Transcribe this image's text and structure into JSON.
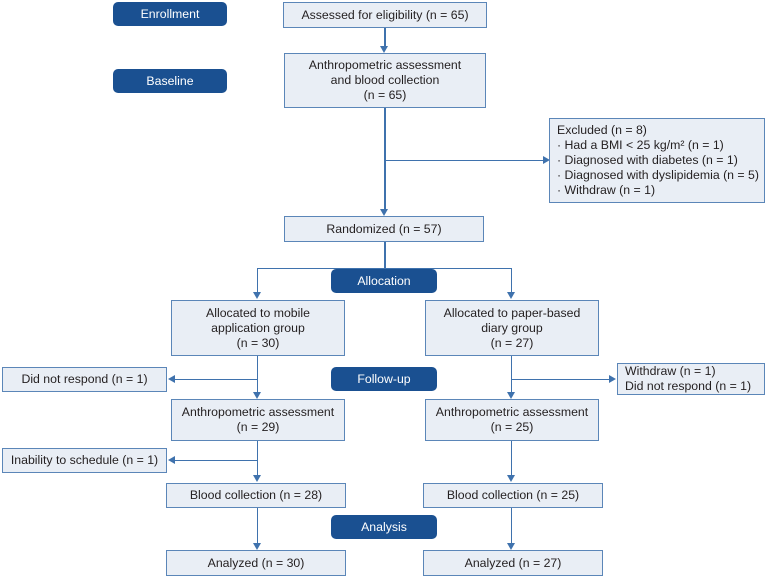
{
  "diagram": {
    "title": "CONSORT participant flow diagram",
    "colors": {
      "stage_badge_bg": "#1a5091",
      "stage_badge_text": "#ffffff",
      "node_fill": "#e9eef5",
      "node_border": "#5b86b8",
      "connector": "#3f72ad",
      "node_text": "#231f20",
      "page_background": "#ffffff"
    },
    "stages": [
      {
        "id": "enrollment",
        "label": "Enrollment"
      },
      {
        "id": "baseline",
        "label": "Baseline"
      },
      {
        "id": "allocation",
        "label": "Allocation"
      },
      {
        "id": "followup",
        "label": "Follow-up"
      },
      {
        "id": "analysis",
        "label": "Analysis"
      }
    ],
    "nodes": {
      "assessed": "Assessed for eligibility (n = 65)",
      "baseline_assessment": "Anthropometric assessment\nand blood collection\n(n = 65)",
      "excluded_title": "Excluded (n = 8)",
      "excluded_items": [
        "· Had a BMI < 25 kg/m² (n = 1)",
        "· Diagnosed with diabetes (n = 1)",
        "· Diagnosed with dyslipidemia (n = 5)",
        "· Withdraw (n = 1)"
      ],
      "randomized": "Randomized (n = 57)",
      "allocated_left": "Allocated to mobile\napplication group\n(n = 30)",
      "allocated_right": "Allocated to paper-based\ndiary group\n(n = 27)",
      "lost_left_followup": "Did not respond (n = 1)",
      "lost_right_followup": "Withdraw (n = 1)\nDid not respond (n = 1)",
      "anthro_left": "Anthropometric assessment\n(n = 29)",
      "anthro_right": "Anthropometric assessment\n(n = 25)",
      "lost_left_blood": "Inability to schedule (n = 1)",
      "blood_left": "Blood collection (n = 28)",
      "blood_right": "Blood collection (n = 25)",
      "analyzed_left": "Analyzed (n = 30)",
      "analyzed_right": "Analyzed (n = 27)"
    }
  }
}
